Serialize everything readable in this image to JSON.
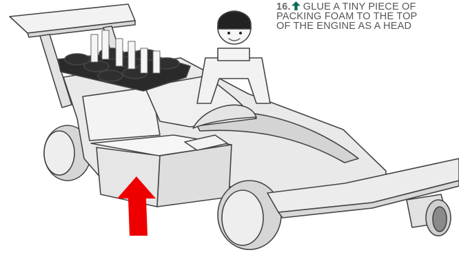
{
  "instruction": {
    "step_number": "16.",
    "arrow_icon": "arrow-up-icon",
    "arrow_color": "#0f6b58",
    "lines": [
      "GLUE A TINY PIECE OF",
      "PACKING FOAM TO THE TOP",
      "OF THE ENGINE AS A HEAD"
    ]
  },
  "illustration": {
    "subject": "race-car-model",
    "pointer_icon": "red-arrow-up-icon",
    "pointer_color": "#ee0000",
    "body_color": "#eeeeee",
    "outline_color": "#444444",
    "engine_color": "#2a2a2a"
  }
}
